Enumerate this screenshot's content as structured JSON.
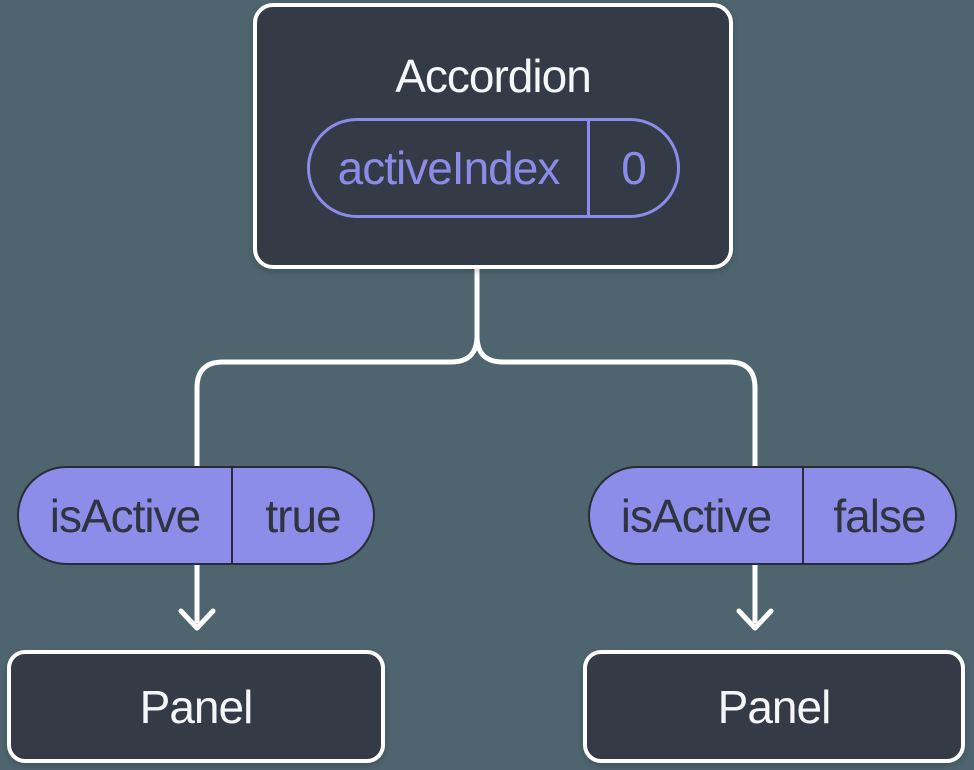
{
  "diagram": {
    "root": {
      "title": "Accordion",
      "state_label": "activeIndex",
      "state_value": "0"
    },
    "left_child": {
      "prop_label": "isActive",
      "prop_value": "true",
      "title": "Panel"
    },
    "right_child": {
      "prop_label": "isActive",
      "prop_value": "false",
      "title": "Panel"
    }
  },
  "colors": {
    "bg": "#4E656F",
    "node_bg": "#343B47",
    "node_border": "#FFFFFF",
    "node_text": "#F5F6F7",
    "accent": "#8A8CE8",
    "pill_fill": "#8C8DE9",
    "pill_border": "#272C37",
    "pill_text": "#2E3440",
    "line": "#FFFFFF"
  }
}
